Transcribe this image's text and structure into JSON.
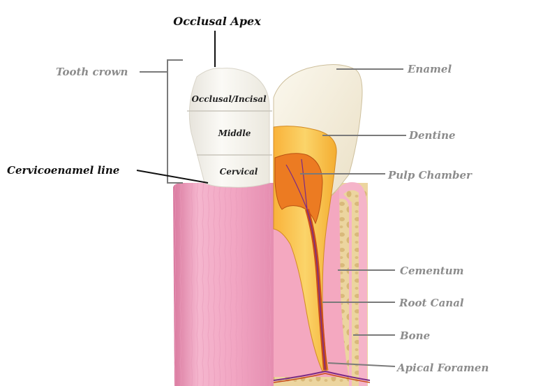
{
  "labels": {
    "occlusal_apex": "Occlusal Apex",
    "tooth_crown": "Tooth crown",
    "cervicoenamel_line": "Cervicoenamel line",
    "enamel": "Enamel",
    "dentine": "Dentine",
    "pulp_chamber": "Pulp Chamber",
    "cementum": "Cementum",
    "root_canal": "Root Canal",
    "bone": "Bone",
    "apical_foramen": "Apical Foramen"
  },
  "crown_zones": {
    "occlusal_incisal": "Occlusal/Incisal",
    "middle": "Middle",
    "cervical": "Cervical"
  },
  "colors": {
    "gum": "#f2a9c4",
    "enamel": "#f3efe2",
    "dentine": "#f7c548",
    "pulp": "#e8751c",
    "bone": "#e9d29a",
    "leader_gray": "#7a7a7a",
    "leader_dark": "#111111"
  }
}
